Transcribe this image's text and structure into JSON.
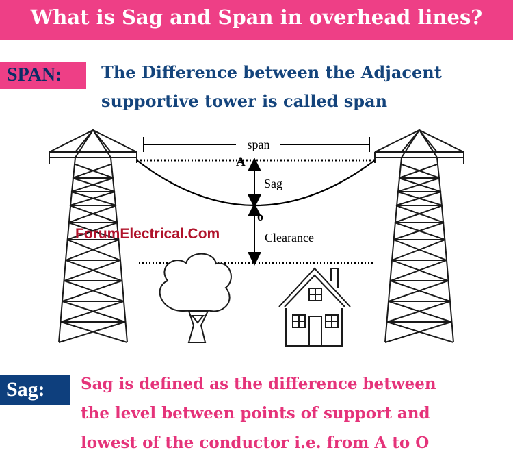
{
  "header": {
    "title": "What is Sag and Span in overhead lines?"
  },
  "span_section": {
    "badge": "SPAN:",
    "definition_line1": "The Difference between the Adjacent",
    "definition_line2": "supportive tower is called span"
  },
  "diagram": {
    "span_label": "span",
    "point_a_label": "A",
    "sag_label": "Sag",
    "point_o_label": "o",
    "clearance_label": "Clearance",
    "watermark": "ForumElectrical.Com"
  },
  "sag_section": {
    "badge": "Sag:",
    "definition_line1": "Sag is defined as the difference between",
    "definition_line2": "the level between points of support and",
    "definition_line3": "lowest of the conductor i.e. from A to O"
  },
  "colors": {
    "pink": "#ee3f86",
    "navy": "#0e3f7d",
    "definition_blue": "#14447c",
    "sag_text": "#e5337a"
  }
}
